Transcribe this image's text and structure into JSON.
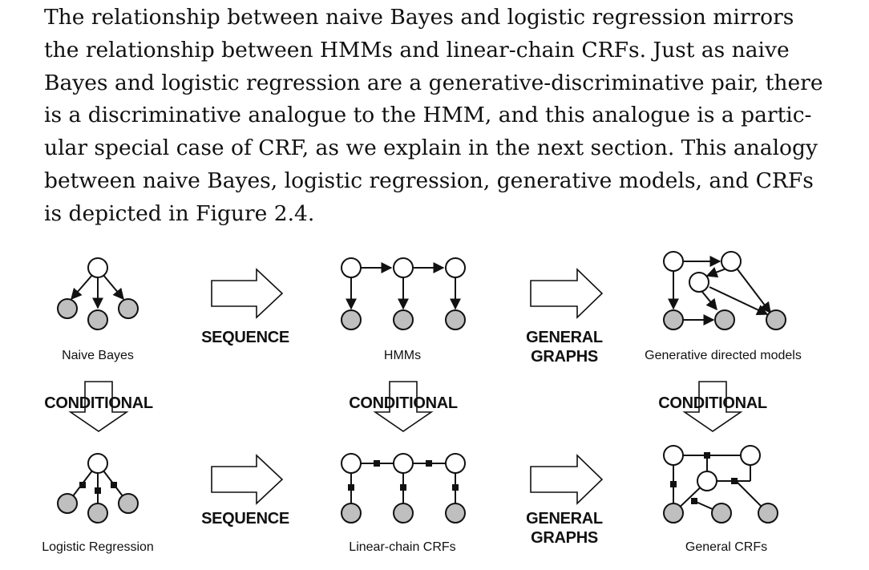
{
  "paragraph": {
    "lines": [
      "The relationship between naive Bayes and logistic regression mirrors",
      "the relationship between HMMs and linear-chain CRFs. Just as naive",
      "Bayes and logistic regression are a generative-discriminative pair, there",
      "is a discriminative analogue to the HMM, and this analogue is a partic-",
      "ular special case of CRF, as we explain in the next section. This analogy",
      "between naive Bayes, logistic regression, generative models, and CRFs",
      "is depicted in Figure 2.4."
    ]
  },
  "figure": {
    "captions": {
      "naive_bayes": "Naive Bayes",
      "hmms": "HMMs",
      "generative_directed": "Generative directed models",
      "logistic_regression": "Logistic Regression",
      "linear_chain": "Linear-chain CRFs",
      "general_crfs": "General CRFs"
    },
    "arrow_labels": {
      "sequence_top": "SEQUENCE",
      "general_top_1": "GENERAL",
      "general_top_2": "GRAPHS",
      "conditional_left": "CONDITIONAL",
      "conditional_mid": "CONDITIONAL",
      "conditional_right": "CONDITIONAL",
      "sequence_bottom": "SEQUENCE",
      "general_bottom_1": "GENERAL",
      "general_bottom_2": "GRAPHS"
    },
    "colors": {
      "observed_node": "#bfbfbf",
      "hidden_node": "#ffffff"
    }
  }
}
